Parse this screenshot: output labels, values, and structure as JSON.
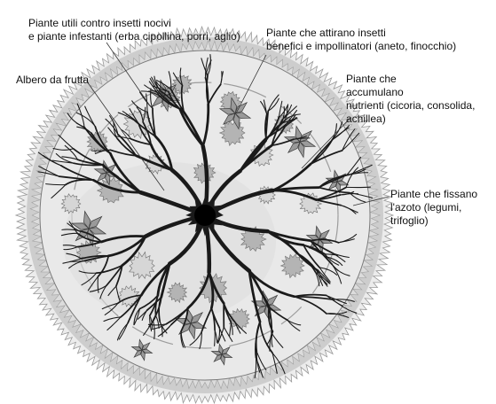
{
  "labels": {
    "repellents": {
      "line1": "Piante utili contro insetti nocivi",
      "line2": "e piante infestanti (erba cipollina, porri, aglio)"
    },
    "attractors": {
      "line1": "Piante che attirano insetti",
      "line2": "benefici e impollinatori (aneto, finocchio)"
    },
    "fruit_tree": {
      "line1": "Albero da frutta"
    },
    "accumulators": {
      "line1": "Piante che",
      "line2": "accumulano",
      "line3": "nutrienti (cicoria, consolida,",
      "line4": "achillea)"
    },
    "nitrogen_fixers": {
      "line1": "Piante che fissano",
      "line2": "l'azoto (legumi,",
      "line3": "trifoglio)"
    }
  },
  "colors": {
    "ink": "#1a1a1a",
    "light_gray": "#d6d6d6",
    "mid_gray": "#b4b4b4",
    "dark_gray": "#8a8a8a"
  }
}
